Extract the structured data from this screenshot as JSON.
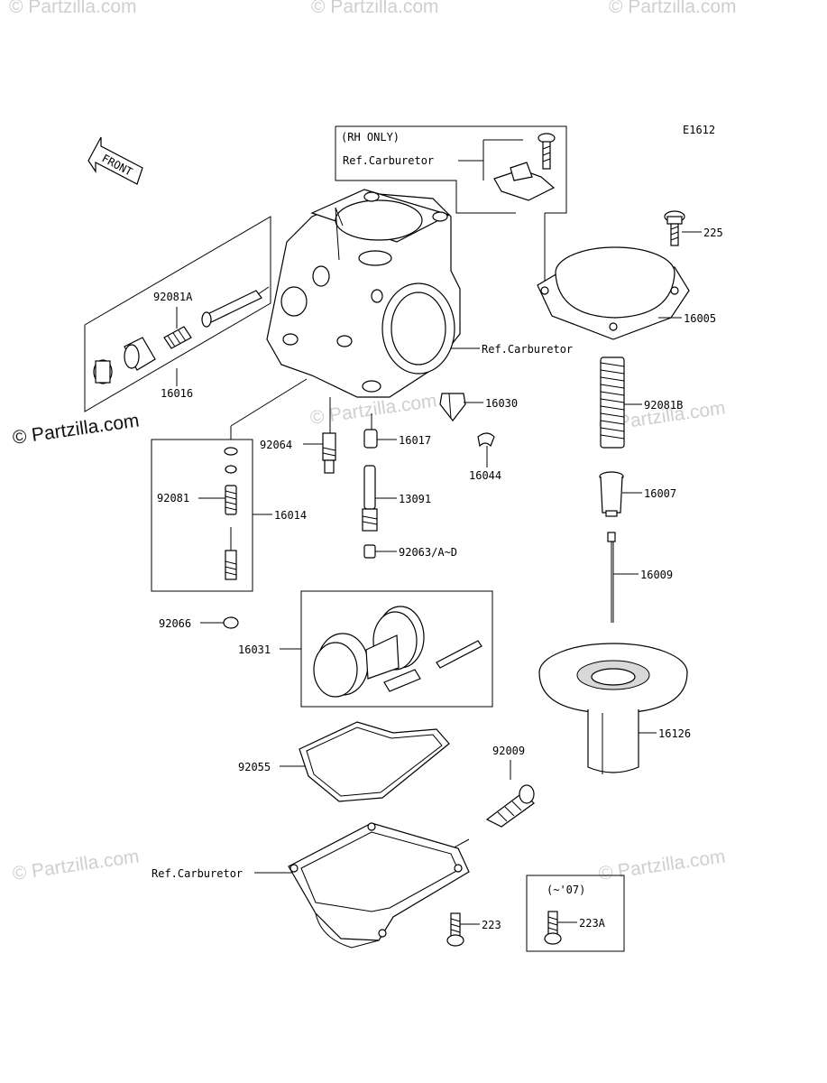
{
  "diagram_id": "E1612",
  "front_label": "FRONT",
  "watermark": "© Partzilla.com",
  "watermark_faint": "© Partzilla.com",
  "rh_only": "(RH ONLY)",
  "ref_carburetor": "Ref.Carburetor",
  "year_note": "(~'07)",
  "parts": {
    "p225": "225",
    "p16005": "16005",
    "p92081B": "92081B",
    "p16007": "16007",
    "p16009": "16009",
    "p16126": "16126",
    "p92081A": "92081A",
    "p16016": "16016",
    "p16030": "16030",
    "p16044": "16044",
    "p92064": "92064",
    "p16017": "16017",
    "p13091": "13091",
    "p92081": "92081",
    "p16014": "16014",
    "p92063": "92063/A~D",
    "p92066": "92066",
    "p16031": "16031",
    "p92055": "92055",
    "p92009": "92009",
    "p223": "223",
    "p223A": "223A"
  }
}
